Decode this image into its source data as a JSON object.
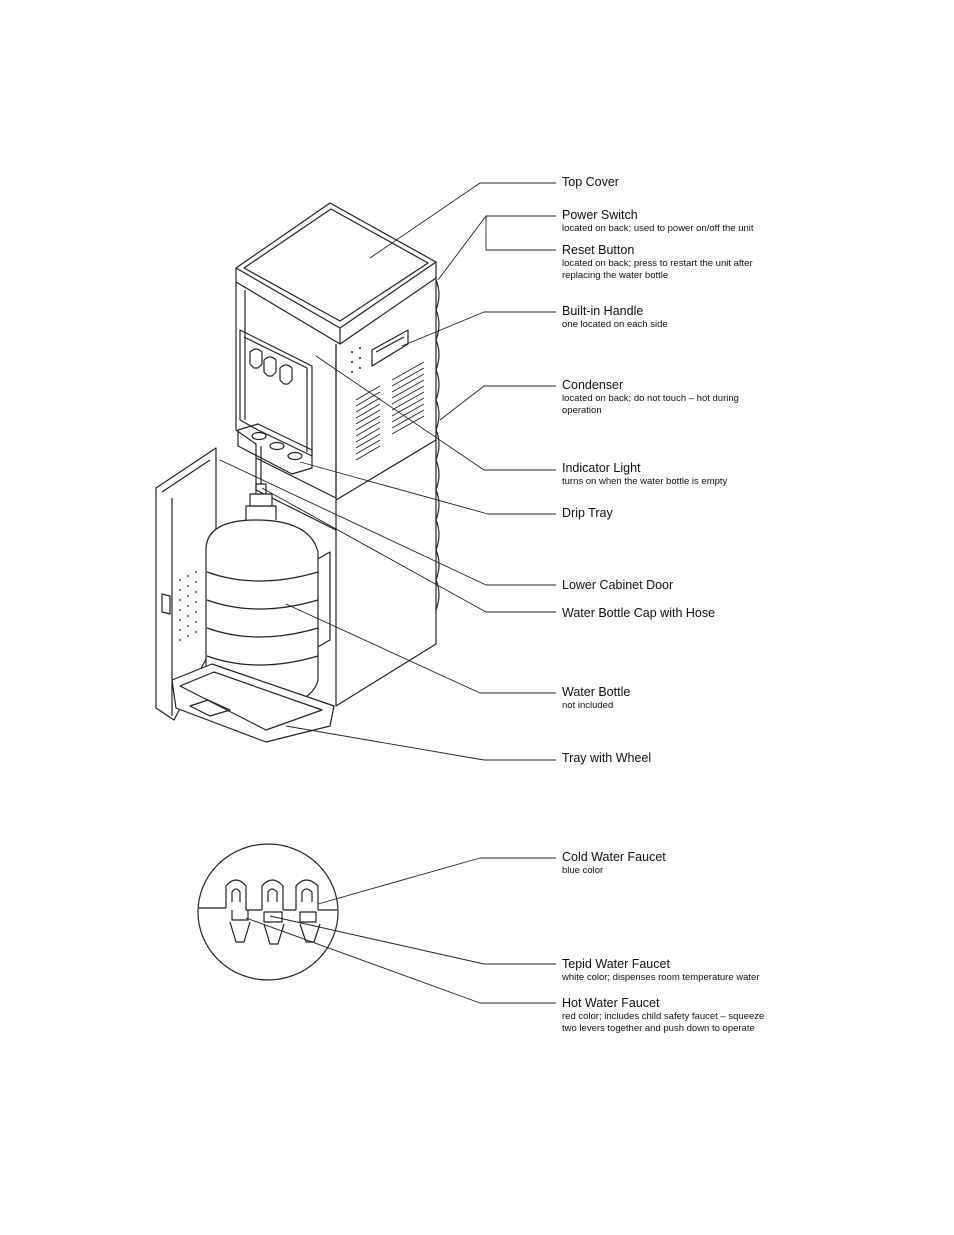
{
  "labels": {
    "top_cover": {
      "title": "Top Cover",
      "desc": ""
    },
    "power_switch": {
      "title": "Power Switch",
      "desc": "located on back; used to power on/off the unit"
    },
    "reset_button": {
      "title": "Reset Button",
      "desc": "located on back; press to restart the unit after",
      "desc2": "replacing the water bottle"
    },
    "built_in_handle": {
      "title": "Built-in Handle",
      "desc": "one located on each side"
    },
    "condenser": {
      "title": "Condenser",
      "desc": "located on back; do not touch – hot during",
      "desc2": "operation"
    },
    "indicator_light": {
      "title": "Indicator Light",
      "desc": "turns on when the water bottle is empty"
    },
    "drip_tray": {
      "title": "Drip Tray",
      "desc": ""
    },
    "lower_cabinet_door": {
      "title": "Lower Cabinet Door",
      "desc": ""
    },
    "water_bottle_cap": {
      "title": "Water Bottle Cap with Hose",
      "desc": ""
    },
    "water_bottle": {
      "title": "Water Bottle",
      "desc": "not included"
    },
    "tray_with_wheel": {
      "title": "Tray with Wheel",
      "desc": ""
    },
    "cold_faucet": {
      "title": "Cold Water Faucet",
      "desc": "blue color"
    },
    "tepid_faucet": {
      "title": "Tepid Water Faucet",
      "desc": "white color; dispenses room temperature water"
    },
    "hot_faucet": {
      "title": "Hot Water Faucet",
      "desc": "red color; includes child safety faucet – squeeze",
      "desc2": "two levers together and push down to operate"
    }
  }
}
